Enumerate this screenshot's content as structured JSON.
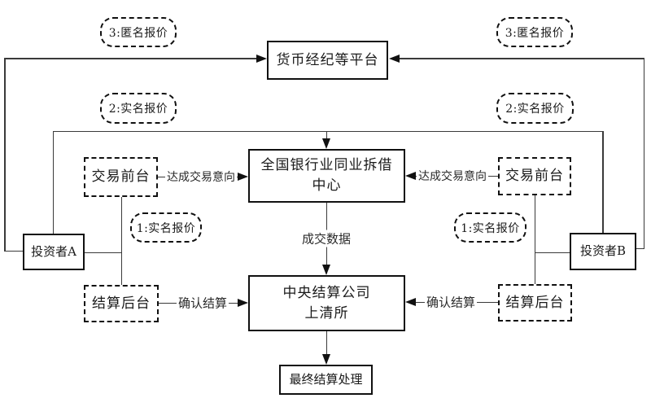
{
  "colors": {
    "background": "#ffffff",
    "line": "#3a3a3a",
    "border": "#111111",
    "text": "#1a1a1a"
  },
  "nodes": {
    "broker_platform": {
      "label": "货币经纪等平台"
    },
    "interbank_center": {
      "line1": "全国银行业同业拆借",
      "line2": "中心"
    },
    "clearing_house": {
      "line1": "中央结算公司",
      "line2": "上清所"
    },
    "final_settlement": {
      "label": "最终结算处理"
    },
    "investor_a": {
      "label": "投资者A"
    },
    "investor_b": {
      "label": "投资者B"
    },
    "trade_front_left": {
      "label": "交易前台"
    },
    "trade_front_right": {
      "label": "交易前台"
    },
    "settle_back_left": {
      "label": "结算后台"
    },
    "settle_back_right": {
      "label": "结算后台"
    }
  },
  "quote_bubbles": {
    "anonymous_left": "3:匿名报价",
    "anonymous_right": "3:匿名报价",
    "realname2_left": "2:实名报价",
    "realname2_right": "2:实名报价",
    "realname1_left": "1:实名报价",
    "realname1_right": "1:实名报价"
  },
  "edge_labels": {
    "deal_intent_left": "达成交易意向",
    "deal_intent_right": "达成交易意向",
    "trade_data": "成交数据",
    "confirm_settlement_left": "确认结算",
    "confirm_settlement_right": "确认结算"
  }
}
